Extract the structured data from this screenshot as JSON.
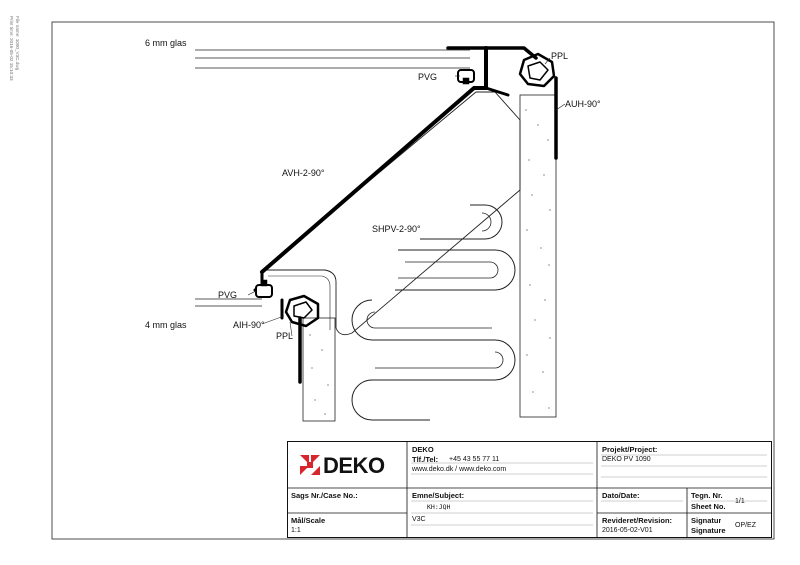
{
  "side_note": {
    "line1": "Print time: 2016-05-02 15:10:33",
    "line2": "File name: 1090_V3C.dwg"
  },
  "labels": {
    "glass_top": "6 mm glas",
    "glass_bottom": "4 mm glas",
    "pvg_top": "PVG",
    "pvg_bottom": "PVG",
    "ppl_top": "PPL",
    "ppl_bottom": "PPL",
    "auh": "AUH-90°",
    "avh": "AVH-2-90°",
    "shpv": "SHPV-2-90°",
    "aih": "AIH-90°"
  },
  "title_block": {
    "logo_text": "DEKO",
    "company": {
      "name": "DEKO",
      "phone_label": "Tlf./Tel:",
      "phone": "+45 43 55 77 11",
      "web": "www.deko.dk / www.deko.com"
    },
    "project": {
      "label": "Projekt/Project:",
      "value": "DEKO PV 1090"
    },
    "case": {
      "label": "Sags Nr./Case No.:",
      "value": ""
    },
    "subject": {
      "label": "Emne/Subject:",
      "value1": "KH:JQH",
      "value2": "V3C"
    },
    "date": {
      "label": "Dato/Date:",
      "value": ""
    },
    "drawing_no": {
      "label1": "Tegn. Nr.",
      "label2": "Sheet No.",
      "value": "1/1"
    },
    "scale": {
      "label": "Mål/Scale",
      "value": "1:1"
    },
    "revision": {
      "label": "Revideret/Revision:",
      "value": "2016-05-02-V01"
    },
    "signature": {
      "label1": "Signatur",
      "label2": "Signature",
      "value": "OP/EZ"
    }
  }
}
